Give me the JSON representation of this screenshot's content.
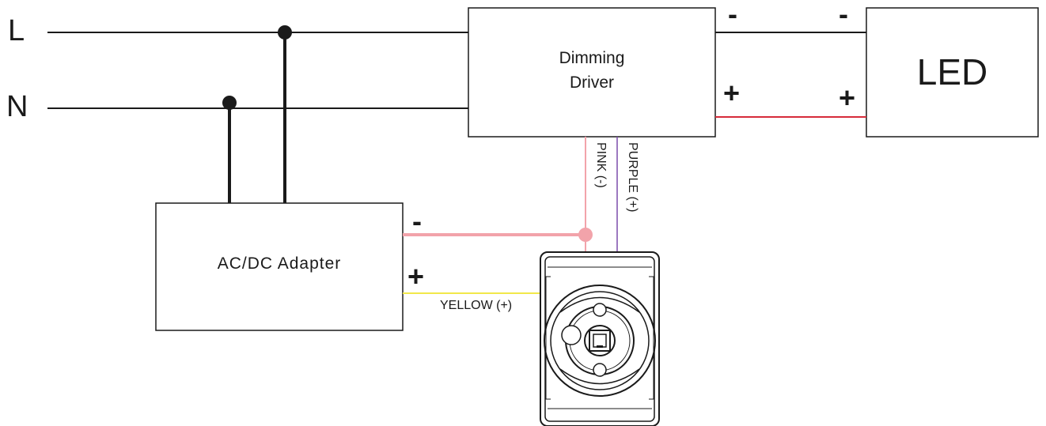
{
  "lines": {
    "live": "L",
    "neutral": "N"
  },
  "driver": {
    "line1": "Dimming",
    "line2": "Driver"
  },
  "led": {
    "label": "LED"
  },
  "adapter": {
    "label": "AC/DC Adapter"
  },
  "signs": {
    "minus": "-",
    "plus": "+"
  },
  "wires": {
    "pink": "PINK (-)",
    "purple": "PURPLE (+)",
    "yellow": "YELLOW (+)"
  },
  "colors": {
    "black": "#1a1a1a",
    "red": "#d62b3a",
    "pink": "#f2a3aa",
    "purple": "#7c4dab",
    "yellow": "#f1e84a"
  }
}
